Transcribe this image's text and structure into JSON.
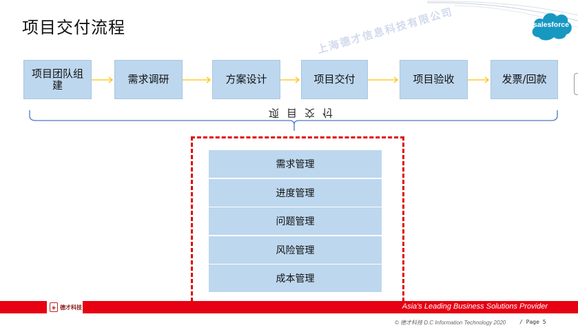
{
  "slide": {
    "title": "项目交付流程",
    "watermark": "上海德才信息科技有限公司",
    "logo_text": "salesforce",
    "brace_label": "项目交付"
  },
  "flow_steps": [
    {
      "label": "项目团队组建"
    },
    {
      "label": "需求调研"
    },
    {
      "label": "方案设计"
    },
    {
      "label": "项目交付"
    },
    {
      "label": "项目验收"
    },
    {
      "label": "发票/回款"
    }
  ],
  "management_items": [
    {
      "label": "需求管理"
    },
    {
      "label": "进度管理"
    },
    {
      "label": "问题管理"
    },
    {
      "label": "风险管理"
    },
    {
      "label": "成本管理"
    }
  ],
  "footer": {
    "brand": "德才科技",
    "tagline": "Asia's Leading Business Solutions Provider",
    "copyright": "© 德才科技 D.C  Information Technology 2020",
    "page": "/ Page 5"
  },
  "colors": {
    "step_fill": "#bdd7ee",
    "arrow": "#ffc000",
    "dash_border": "#e00000",
    "footer_bar": "#e60012",
    "logo_cloud": "#1798c1"
  }
}
